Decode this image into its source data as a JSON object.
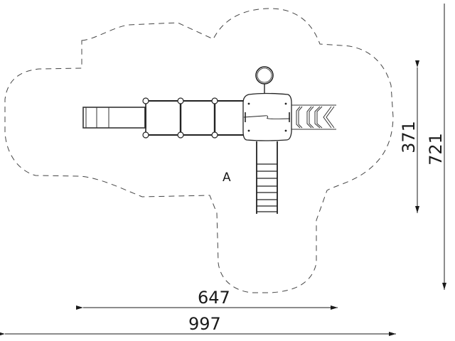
{
  "drawing": {
    "area_label": "A",
    "dimensions": {
      "equipment_width": "647",
      "safety_zone_width": "997",
      "equipment_depth": "371",
      "safety_zone_depth": "721"
    },
    "colors": {
      "line": "#1a1a1a",
      "dash": "#444444",
      "background": "#ffffff"
    }
  }
}
